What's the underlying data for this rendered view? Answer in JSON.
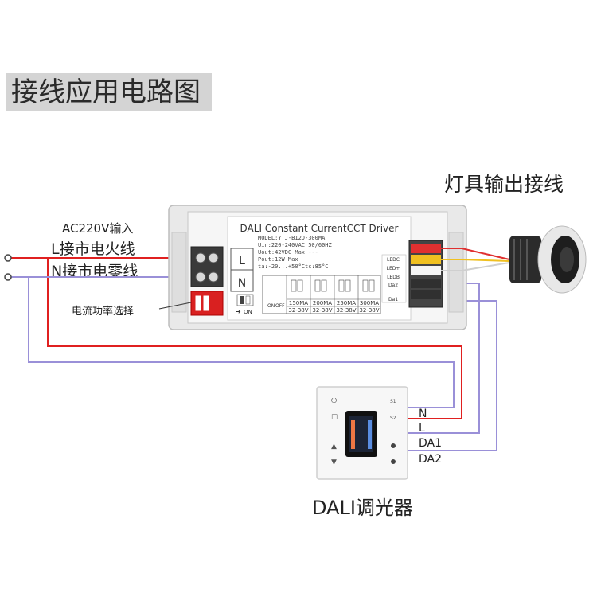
{
  "title": "接线应用电路图",
  "lamp_title": "灯具输出接线",
  "input": {
    "ac_label": "AC220V输入",
    "l_label": "L接市电火线",
    "n_label": "N接市电零线",
    "power_select": "电流功率选择"
  },
  "driver": {
    "title": "DALI Constant CurrentCCT Driver",
    "spec_lines": [
      "MODEL:YTJ-B12D-300MA",
      "Uin:220-240VAC 50/60HZ",
      "Uout:42VDC Max ---",
      "Pout:12W Max",
      "ta:-20...+50°Ctc:85°C"
    ],
    "switch_on": "ON",
    "switch_off": "OFF",
    "current_options": [
      "150MA",
      "200MA",
      "250MA",
      "300MA"
    ],
    "voltage_options": [
      "32-38V",
      "32-38V",
      "32-38V",
      "32-38V"
    ],
    "on_arrow": "ON",
    "output_terminals": [
      "LEDC",
      "LED+",
      "LEDB",
      "Da2",
      "Da1"
    ],
    "input_terminals": [
      "L",
      "N"
    ]
  },
  "dimmer": {
    "title": "DALI调光器",
    "button_s1": "S1",
    "button_s2": "S2",
    "wires": [
      "N",
      "L",
      "DA1",
      "DA2"
    ]
  },
  "colors": {
    "live_wire": "#e02020",
    "dali_wire": "#9a90d8",
    "neutral_wire": "#9a90d8"
  }
}
